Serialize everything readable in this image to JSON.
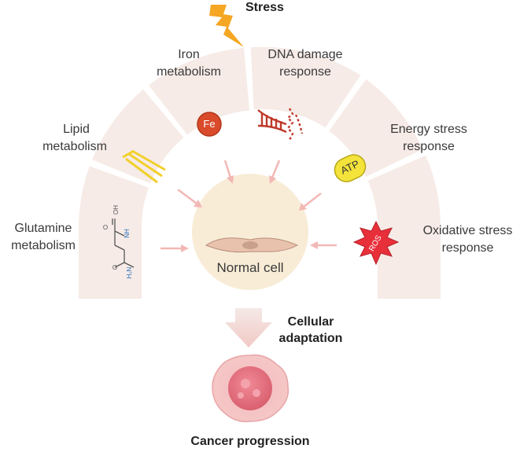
{
  "stress_label": "Stress",
  "categories": {
    "iron": [
      "Iron",
      "metabolism"
    ],
    "dna": [
      "DNA damage",
      "response"
    ],
    "lipid": [
      "Lipid",
      "metabolism"
    ],
    "energy": [
      "Energy stress",
      "response"
    ],
    "glutamine": [
      "Glutamine",
      "metabolism"
    ],
    "oxidative": [
      "Oxidative stress",
      "response"
    ]
  },
  "icons": {
    "iron": "Fe",
    "energy": "ATP",
    "oxidative": "ROS",
    "glutamine_oh": "OH",
    "glutamine_o1": "O",
    "glutamine_o2": "O",
    "glutamine_nh2": "NH",
    "glutamine_h2n": "H₂N"
  },
  "center_label": "Normal cell",
  "adaptation": [
    "Cellular",
    "adaptation"
  ],
  "outcome_label": "Cancer progression",
  "colors": {
    "wheel": "#f6ebe6",
    "arrow": "#f2b8b5",
    "center": "#f8ecd6",
    "stress_bolt": "#f5a623",
    "fe": "#d94b2b",
    "atp": "#f3e33a",
    "ros": "#e8303a",
    "dna": "#c0392b"
  }
}
